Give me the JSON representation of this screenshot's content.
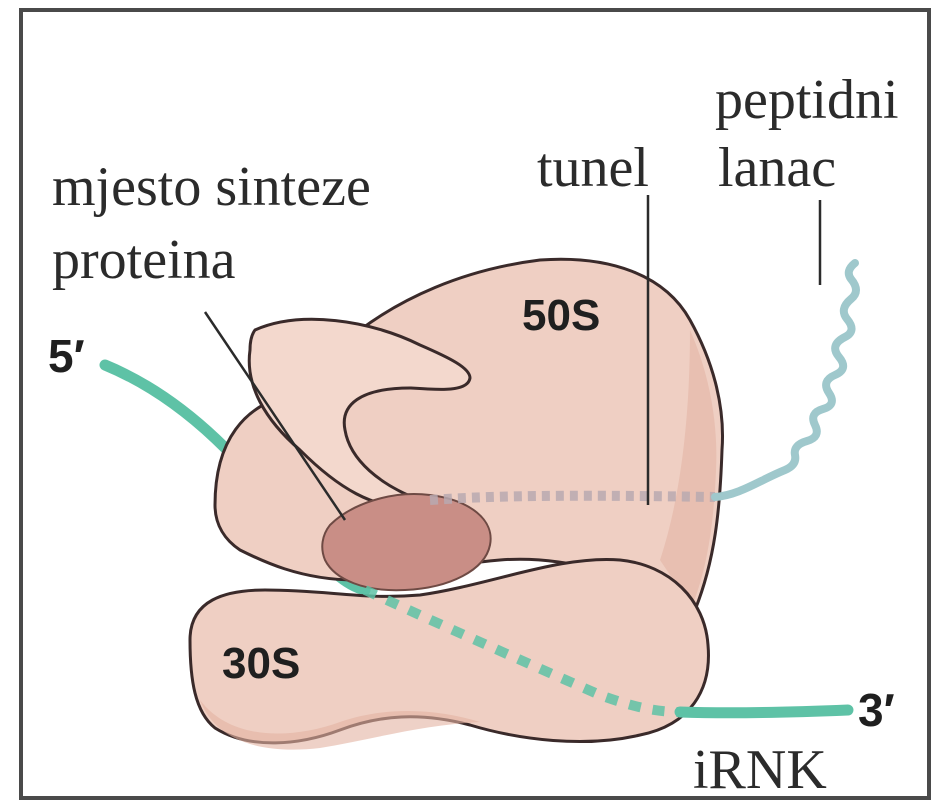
{
  "labels": {
    "peptide_chain_line1": "peptidni",
    "peptide_chain_line2": "lanac",
    "tunnel": "tunel",
    "synthesis_site_line1": "mjesto sinteze",
    "synthesis_site_line2": "proteina",
    "large_subunit": "50S",
    "small_subunit": "30S",
    "five_prime": "5′",
    "three_prime": "3′",
    "mrna": "iRNK"
  },
  "colors": {
    "ribosome_fill": "#efcfc3",
    "ribosome_shadow": "#e2b2a2",
    "inner_cavity": "#c98e86",
    "mrna": "#5ec2a6",
    "peptide": "#9fc8cc",
    "outline": "#3a2a2a",
    "frame": "#4a4a4a"
  }
}
